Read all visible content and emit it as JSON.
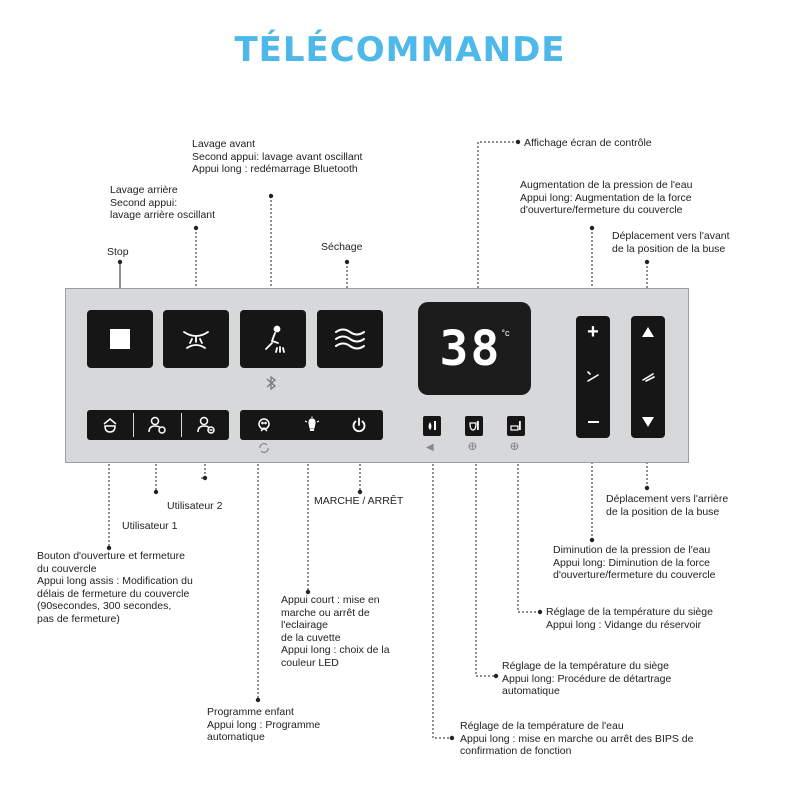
{
  "title": "TÉLÉCOMMANDE",
  "display": {
    "temperature": "38",
    "unit": "°c"
  },
  "labels": {
    "stop": "Stop",
    "rear_wash": [
      "Lavage arrière",
      "Second appui:",
      "lavage arrière oscillant"
    ],
    "front_wash": [
      "Lavage avant",
      "Second appui: lavage avant oscillant",
      "Appui long : redémarrage Bluetooth"
    ],
    "drying": "Séchage",
    "display_screen": "Affichage écran de contrôle",
    "pressure_up": [
      "Augmentation de la pression de l'eau",
      "Appui long: Augmentation de la force",
      "d'ouverture/fermeture du couvercle"
    ],
    "nozzle_forward": [
      "Déplacement vers l'avant",
      "de la position de la buse"
    ],
    "user2": "Utilisateur 2",
    "user1": "Utilisateur 1",
    "on_off": "MARCHE / ARRÊT",
    "nozzle_back": [
      "Déplacement vers l'arrière",
      "de la position de la buse"
    ],
    "pressure_down": [
      "Diminution de la pression de l'eau",
      "Appui long: Diminution de la force",
      "d'ouverture/fermeture du couvercle"
    ],
    "lid": [
      "Bouton d'ouverture et fermeture",
      "du couvercle",
      "Appui long assis : Modification du",
      "délais de fermeture du couvercle",
      "(90secondes, 300 secondes,",
      "pas de fermeture)"
    ],
    "light": [
      "Appui court : mise en",
      "marche ou arrêt de",
      "l'eclairage",
      "de la cuvette",
      "Appui long : choix de la",
      "couleur LED"
    ],
    "seat_temp": [
      "Réglage de la température du siège",
      "Appui long : Vidange du réservoir"
    ],
    "seat_temp2": [
      "Réglage de la température du siège",
      "Appui long: Procédure de détartrage",
      "automatique"
    ],
    "child": [
      "Programme enfant",
      "Appui long : Programme",
      "automatique"
    ],
    "water_temp": [
      "Réglage de la température de l'eau",
      "Appui long : mise en marche ou arrêt des BIPS de",
      "confirmation de fonction"
    ]
  },
  "icons": {
    "stop": "stop-square-icon",
    "rear_wash": "rear-wash-icon",
    "front_wash": "front-wash-icon",
    "bluetooth": "bluetooth-icon",
    "drying": "drying-waves-icon",
    "lid": "lid-icon",
    "user1": "user-1-icon",
    "user2": "user-2-icon",
    "child": "child-program-icon",
    "light": "light-icon",
    "power": "power-icon",
    "water_temp": "water-temperature-icon",
    "seat_temp": "seat-temperature-icon",
    "tank_temp": "tank-temperature-icon",
    "plus": "plus-icon",
    "minus": "minus-icon",
    "up": "arrow-up-icon",
    "down": "arrow-down-icon"
  },
  "colors": {
    "title": "#4db8ea",
    "panel": "#d6d8da",
    "buttons": "#161616"
  }
}
